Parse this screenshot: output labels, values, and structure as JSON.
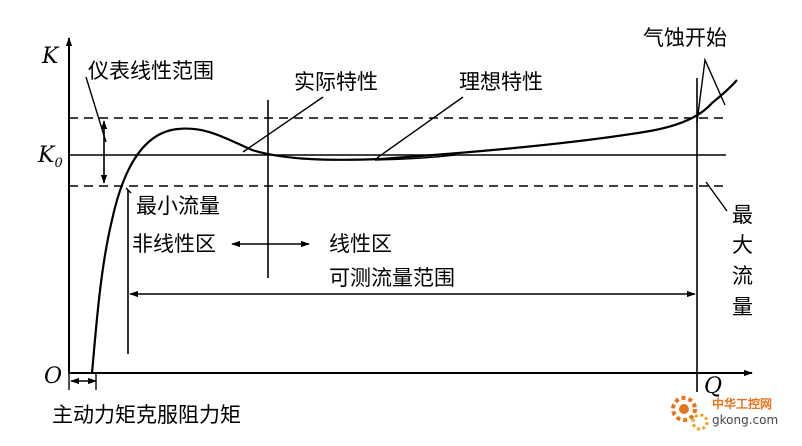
{
  "axes": {
    "y_label": "K",
    "x_label": "Q",
    "origin_label": "O",
    "k0_main": "K",
    "k0_sub": "0"
  },
  "labels": {
    "linear_range": "仪表线性范围",
    "actual_characteristic": "实际特性",
    "ideal_characteristic": "理想特性",
    "cavitation_start": "气蚀开始",
    "min_flow": "最小流量",
    "nonlinear_zone": "非线性区",
    "linear_zone": "线性区",
    "measurable_range": "可测流量范围",
    "max_flow_chars": [
      "最",
      "大",
      "流",
      "量"
    ],
    "drive_vs_resist": "主动力矩克服阻力矩"
  },
  "watermark": {
    "site_cn": "中华工控网",
    "site_en": "gkong.com"
  },
  "colors": {
    "ink": "#000000",
    "watermark_orange": "#e8731a"
  }
}
